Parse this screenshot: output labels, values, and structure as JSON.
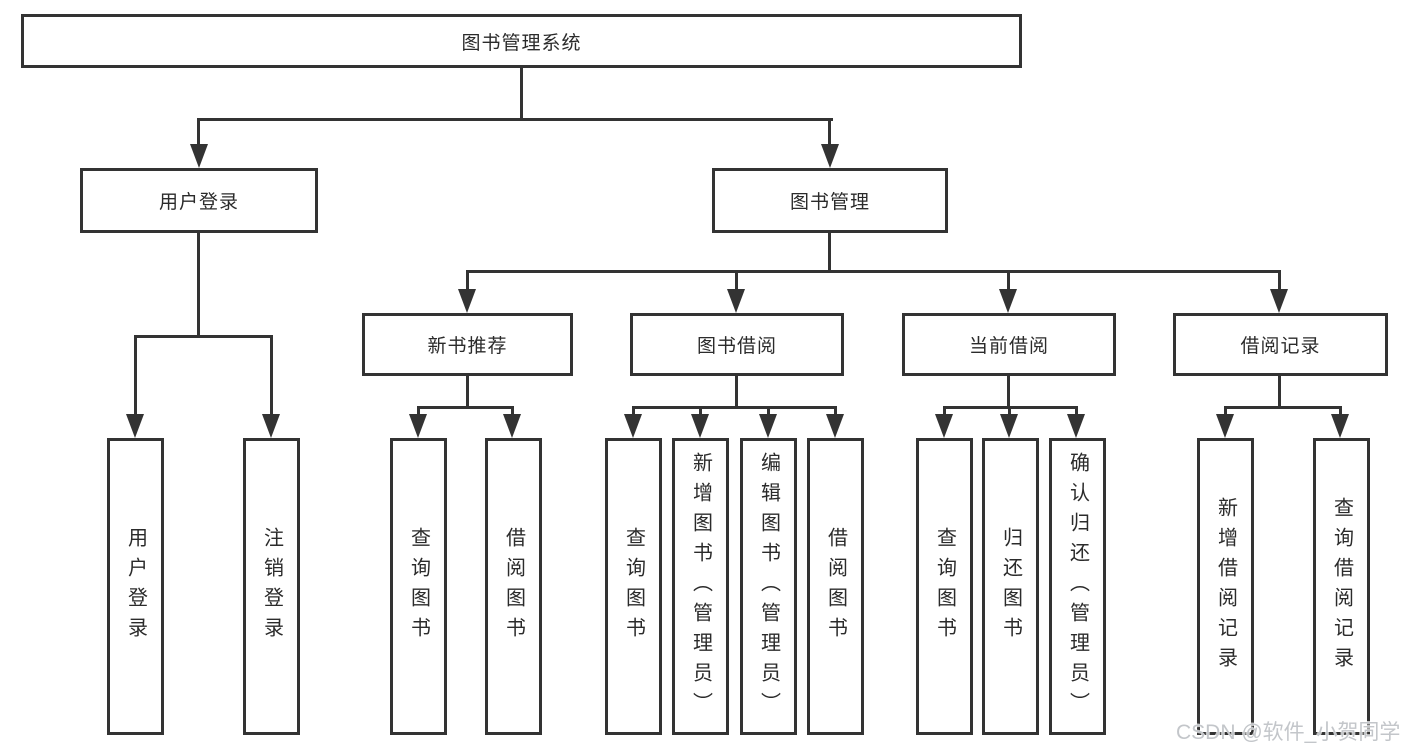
{
  "diagram_title": "图书管理系统",
  "tree": {
    "label": "图书管理系统",
    "children": [
      {
        "label": "用户登录",
        "children": [
          {
            "label": "用户登录"
          },
          {
            "label": "注销登录"
          }
        ]
      },
      {
        "label": "图书管理",
        "children": [
          {
            "label": "新书推荐",
            "children": [
              {
                "label": "查询图书"
              },
              {
                "label": "借阅图书"
              }
            ]
          },
          {
            "label": "图书借阅",
            "children": [
              {
                "label": "查询图书"
              },
              {
                "label": "新增图书（管理员）"
              },
              {
                "label": "编辑图书（管理员）"
              },
              {
                "label": "借阅图书"
              }
            ]
          },
          {
            "label": "当前借阅",
            "children": [
              {
                "label": "查询图书"
              },
              {
                "label": "归还图书"
              },
              {
                "label": "确认归还（管理员）"
              }
            ]
          },
          {
            "label": "借阅记录",
            "children": [
              {
                "label": "新增借阅记录"
              },
              {
                "label": "查询借阅记录"
              }
            ]
          }
        ]
      }
    ]
  },
  "watermark": "CSDN @软件_小贺同学",
  "colors": {
    "line": "#333333",
    "text": "#2b2b2b",
    "background": "#ffffff",
    "watermark": "#c3c6ca"
  }
}
